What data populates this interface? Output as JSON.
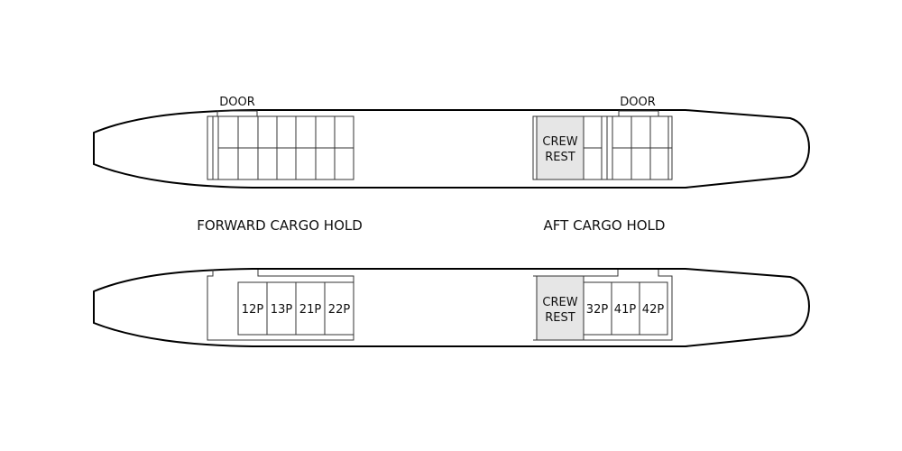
{
  "upper_deck": {
    "door_labels": [
      "DOOR",
      "DOOR"
    ],
    "crew_rest": {
      "line1": "CREW",
      "line2": "REST"
    }
  },
  "section_titles": {
    "forward": "FORWARD CARGO HOLD",
    "aft": "AFT CARGO HOLD"
  },
  "lower_deck": {
    "forward_positions": [
      "12P",
      "13P",
      "21P",
      "22P"
    ],
    "crew_rest": {
      "line1": "CREW",
      "line2": "REST"
    },
    "aft_positions": [
      "32P",
      "41P",
      "42P"
    ]
  },
  "colors": {
    "outline": "#000000",
    "crew_rest_fill": "#e6e6e6"
  }
}
